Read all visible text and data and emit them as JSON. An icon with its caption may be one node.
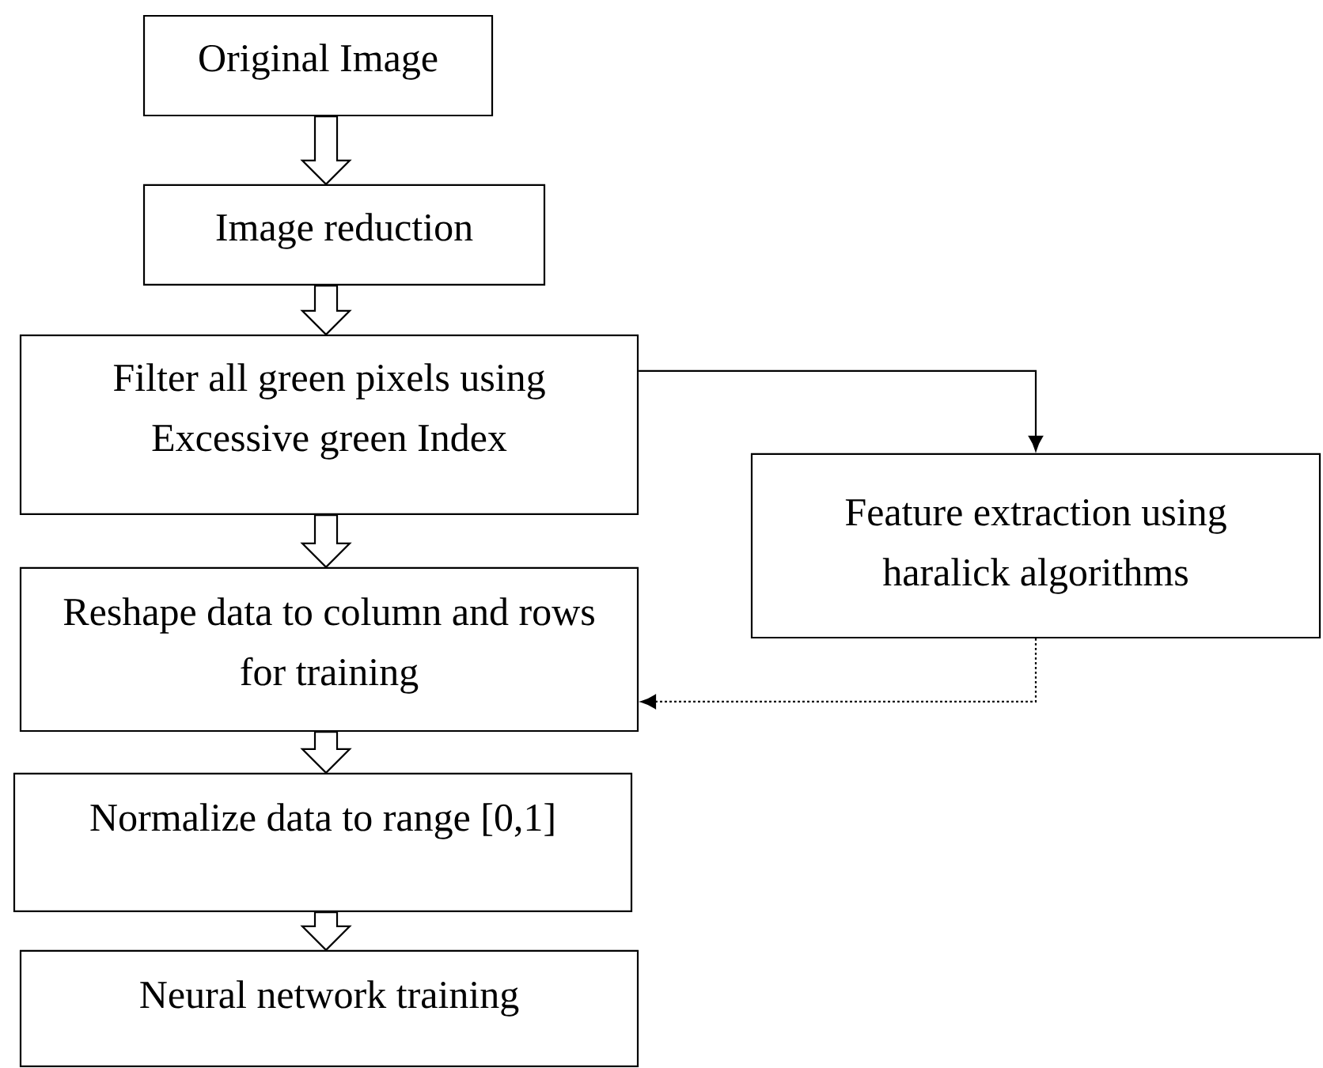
{
  "diagram": {
    "nodes": [
      {
        "text": [
          "Original Image"
        ]
      },
      {
        "text": [
          "Image reduction"
        ]
      },
      {
        "text": [
          "Filter all green pixels using Excessive green Index"
        ]
      },
      {
        "text": [
          "Feature extraction using haralick algorithms"
        ]
      },
      {
        "text": [
          "Reshape data to column and rows for training"
        ]
      },
      {
        "text": [
          "Normalize data to range [0,1]"
        ]
      },
      {
        "text": [
          "Neural network training"
        ]
      }
    ],
    "edges": [
      {
        "from": 0,
        "to": 1,
        "arrow": "to",
        "style": "thick"
      },
      {
        "from": 1,
        "to": 2,
        "arrow": "to",
        "style": "thick"
      },
      {
        "from": 2,
        "to": 4,
        "arrow": "to",
        "style": "thick"
      },
      {
        "from": 4,
        "to": 5,
        "arrow": "to",
        "style": "thick"
      },
      {
        "from": 5,
        "to": 6,
        "arrow": "to",
        "style": "thick"
      },
      {
        "from": 2,
        "to": 3,
        "arrow": "to"
      },
      {
        "from": 3,
        "to": 4,
        "arrow": "to",
        "style": "dashed"
      }
    ]
  }
}
